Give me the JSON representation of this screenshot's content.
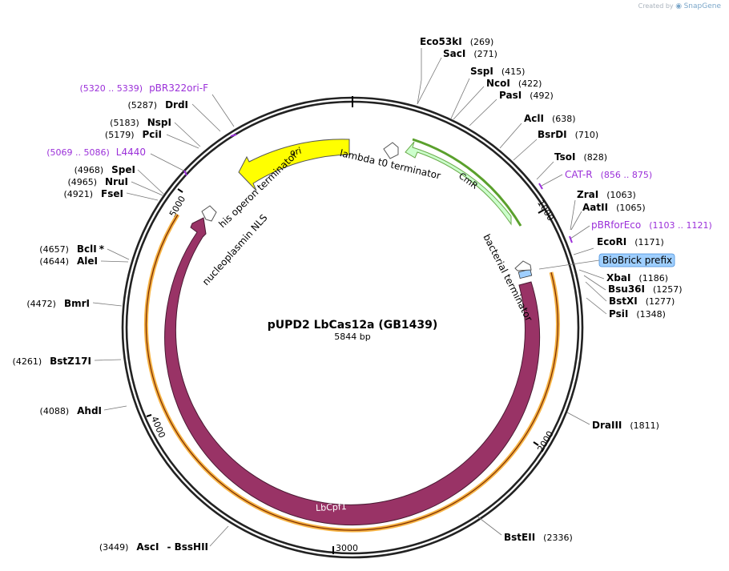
{
  "credit": {
    "prefix": "Created by",
    "brand": "SnapGene"
  },
  "plasmid": {
    "name": "pUPD2 LbCas12a (GB1439)",
    "size_label": "5844 bp",
    "length": 5844
  },
  "ticks": [
    "1000",
    "2000",
    "3000",
    "4000",
    "5000"
  ],
  "sites": [
    {
      "name": "Eco53kI",
      "pos": "(269)"
    },
    {
      "name": "SacI",
      "pos": "(271)"
    },
    {
      "name": "SspI",
      "pos": "(415)"
    },
    {
      "name": "NcoI",
      "pos": "(422)"
    },
    {
      "name": "PasI",
      "pos": "(492)"
    },
    {
      "name": "AclI",
      "pos": "(638)"
    },
    {
      "name": "BsrDI",
      "pos": "(710)"
    },
    {
      "name": "TsoI",
      "pos": "(828)"
    },
    {
      "name": "ZraI",
      "pos": "(1063)"
    },
    {
      "name": "AatII",
      "pos": "(1065)"
    },
    {
      "name": "EcoRI",
      "pos": "(1171)"
    },
    {
      "name": "XbaI",
      "pos": "(1186)"
    },
    {
      "name": "Bsu36I",
      "pos": "(1257)"
    },
    {
      "name": "BstXI",
      "pos": "(1277)"
    },
    {
      "name": "PsiI",
      "pos": "(1348)"
    },
    {
      "name": "DraIII",
      "pos": "(1811)"
    },
    {
      "name": "BstEII",
      "pos": "(2336)"
    },
    {
      "name": "AscI",
      "pos": "(3449)",
      "suffix": "-  BssHII"
    },
    {
      "name": "AhdI",
      "pos": "(4088)"
    },
    {
      "name": "BstZ17I",
      "pos": "(4261)"
    },
    {
      "name": "BmrI",
      "pos": "(4472)"
    },
    {
      "name": "AleI",
      "pos": "(4644)"
    },
    {
      "name": "BclI",
      "pos": "(4657)",
      "suffix": "*"
    },
    {
      "name": "FseI",
      "pos": "(4921)"
    },
    {
      "name": "NruI",
      "pos": "(4965)"
    },
    {
      "name": "SpeI",
      "pos": "(4968)"
    },
    {
      "name": "PciI",
      "pos": "(5179)"
    },
    {
      "name": "NspI",
      "pos": "(5183)"
    },
    {
      "name": "DrdI",
      "pos": "(5287)"
    }
  ],
  "primers": [
    {
      "range": "(5320 .. 5339)",
      "name": "pBR322ori-F"
    },
    {
      "range": "(5069 .. 5086)",
      "name": "L4440"
    },
    {
      "range": "(856 .. 875)",
      "name": "CAT-R"
    },
    {
      "name": "pBRforEco",
      "range": "(1103 .. 1121)"
    }
  ],
  "features": {
    "ori": "ori",
    "cmr": "CmR",
    "lbcpf1": "LbCpf1",
    "biobrick": "BioBrick prefix",
    "lambda_t0": "lambda t0 terminator",
    "bacterial_term": "bacterial terminator",
    "his_operon": "his operon terminator",
    "nls": "nucleoplasmin NLS"
  },
  "colors": {
    "ori": "#ffff00",
    "cmr": "#ccffcc",
    "cmr_highlight": "#5aa02c",
    "lbcpf1": "#993366",
    "lbcpf1_highlight": "#f5a623",
    "biobrick": "#9fcfff",
    "primer": "#9b30d9",
    "backbone": "#222222"
  }
}
